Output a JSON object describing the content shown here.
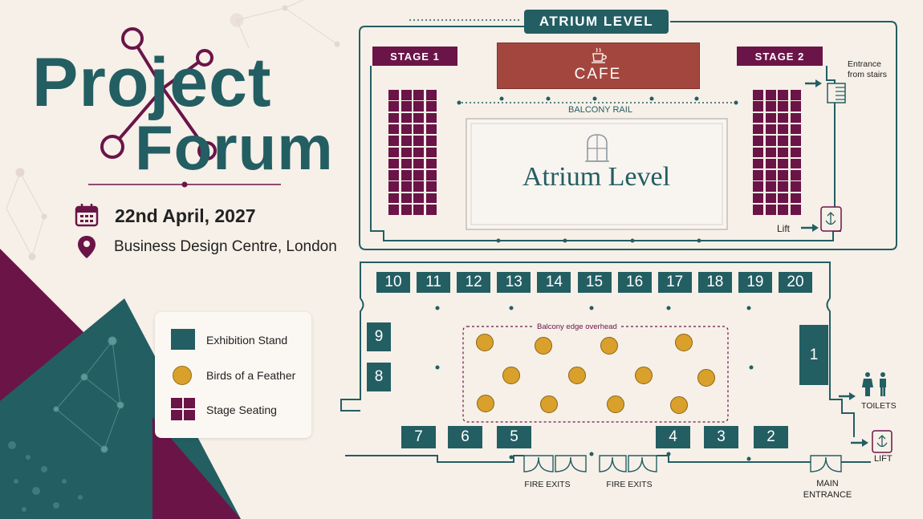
{
  "event": {
    "title_line1": "Project",
    "title_line2": "Forum",
    "date": "22nd April, 2027",
    "venue": "Business Design Centre, London"
  },
  "legend": {
    "items": [
      {
        "label": "Exhibition Stand",
        "icon": "square-teal"
      },
      {
        "label": "Birds of a Feather",
        "icon": "circle-gold"
      },
      {
        "label": "Stage Seating",
        "icon": "grid-plum"
      }
    ]
  },
  "atrium": {
    "banner": "ATRIUM LEVEL",
    "stage1": "STAGE 1",
    "stage2": "STAGE 2",
    "cafe": "CAFE",
    "balcony_rail": "BALCONY RAIL",
    "center_label": "Atrium Level",
    "entrance_stairs_line1": "Entrance",
    "entrance_stairs_line2": "from stairs",
    "lift": "Lift"
  },
  "ground": {
    "stands_top": [
      "10",
      "11",
      "12",
      "13",
      "14",
      "15",
      "16",
      "17",
      "18",
      "19",
      "20"
    ],
    "stand_9": "9",
    "stand_8": "8",
    "stand_1": "1",
    "stands_bottom_left": [
      "7",
      "6",
      "5"
    ],
    "stands_bottom_right": [
      "4",
      "3",
      "2"
    ],
    "balcony_overhead": "Balcony edge overhead",
    "fire_exits": "FIRE EXITS",
    "main_entrance_line1": "MAIN",
    "main_entrance_line2": "ENTRANCE",
    "toilets": "TOILETS",
    "lift": "LIFT"
  },
  "colors": {
    "teal": "#235e63",
    "plum": "#6b1448",
    "gold": "#d9a12c",
    "cafe": "#a3473e",
    "background": "#f6f0e8"
  }
}
